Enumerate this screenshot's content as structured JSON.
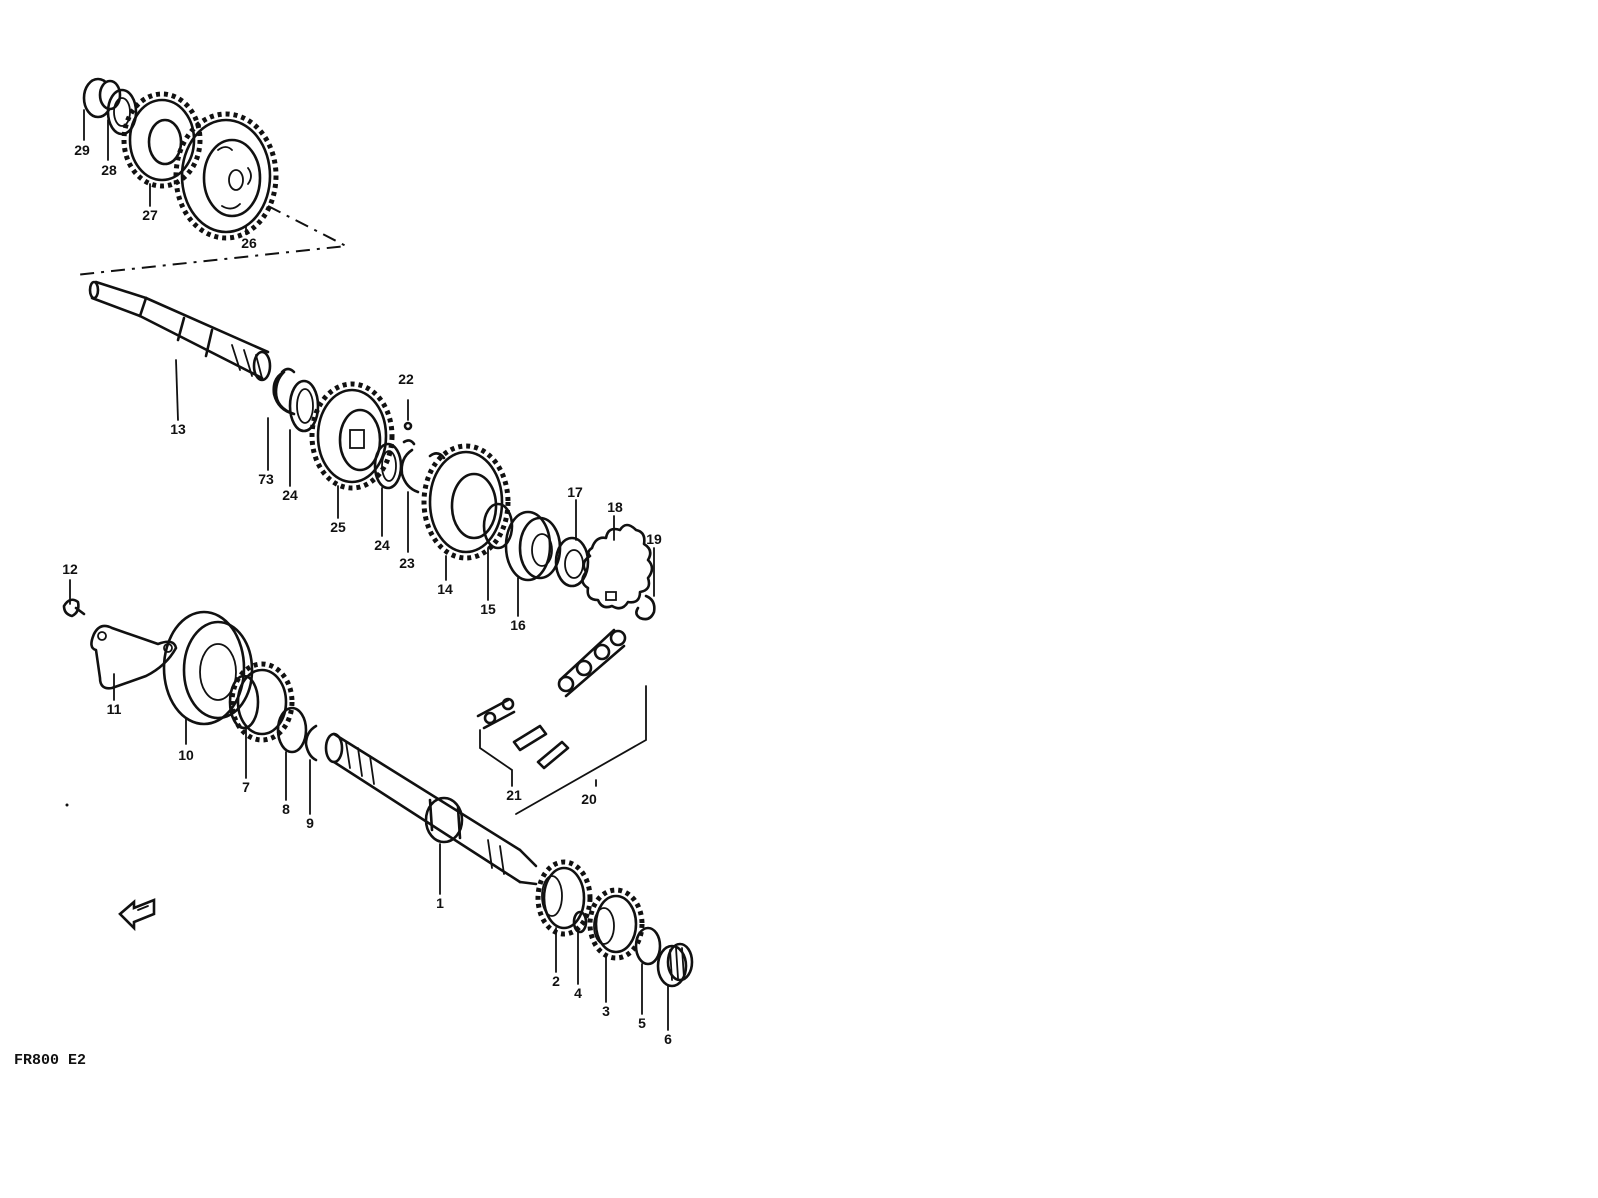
{
  "diagram": {
    "code": "FR800 E2",
    "parts": {
      "p1": "1",
      "p2": "2",
      "p3": "3",
      "p4": "4",
      "p5": "5",
      "p6": "6",
      "p7": "7",
      "p8": "8",
      "p9": "9",
      "p10": "10",
      "p11": "11",
      "p12": "12",
      "p13": "13",
      "p14": "14",
      "p15": "15",
      "p16": "16",
      "p17": "17",
      "p18": "18",
      "p19": "19",
      "p20": "20",
      "p21": "21",
      "p22": "22",
      "p23": "23",
      "p24a": "24",
      "p24b": "24",
      "p25": "25",
      "p26": "26",
      "p27": "27",
      "p28": "28",
      "p29": "29",
      "p73": "73"
    },
    "arrow_icon": "direction-arrow-icon"
  }
}
